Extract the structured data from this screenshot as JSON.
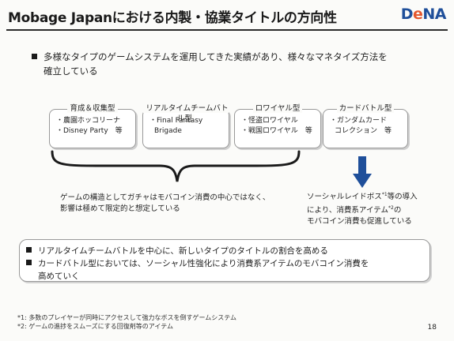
{
  "header": {
    "title": "Mobage Japanにおける内製・協業タイトルの方向性",
    "logo_d": "D",
    "logo_e": "e",
    "logo_na": "NA",
    "accent_color": "#1f4f9a",
    "logo_e_color": "#e4572e"
  },
  "main_bullet": {
    "line1": "多様なタイプのゲームシステムを運用してきた実績があり、様々なマネタイズ方法を",
    "line2": "確立している"
  },
  "categories": [
    {
      "title": "育成＆収集型",
      "line1": "・農園ホッコリーナ",
      "line2": "・Disney Party　等"
    },
    {
      "title": "リアルタイムチームバトル型",
      "line1": "・Final Fantasy",
      "line2": "Brigade"
    },
    {
      "title": "ロワイヤル型",
      "line1": "・怪盗ロワイヤル",
      "line2": "・戦国ロワイヤル　等"
    },
    {
      "title": "カードバトル型",
      "line1": "・ガンダムカード",
      "line2": "コレクション　等"
    }
  ],
  "note_left": {
    "line1": "ゲームの構造としてガチャはモバコイン消費の中心ではなく、",
    "line2": "影響は極めて限定的と想定している"
  },
  "note_right": {
    "line1a": "ソーシャルレイドボス",
    "sup1": "*1",
    "line1b": "等の導入",
    "line2a": "により、消費系アイテム",
    "sup2": "*2",
    "line2b": "の",
    "line3": "モバコイン消費も促進している"
  },
  "summary": {
    "item1": "リアルタイムチームバトルを中心に、新しいタイプのタイトルの割合を高める",
    "item2_line1": "カードバトル型においては、ソーシャル性強化により消費系アイテムのモバコイン消費を",
    "item2_line2": "高めていく"
  },
  "footnotes": {
    "fn1": "*1: 多数のプレイヤーが同時にアクセスして強力なボスを倒すゲームシステム",
    "fn2": "*2: ゲームの進捗をスムーズにする回復剤等のアイテム"
  },
  "page_number": "18"
}
